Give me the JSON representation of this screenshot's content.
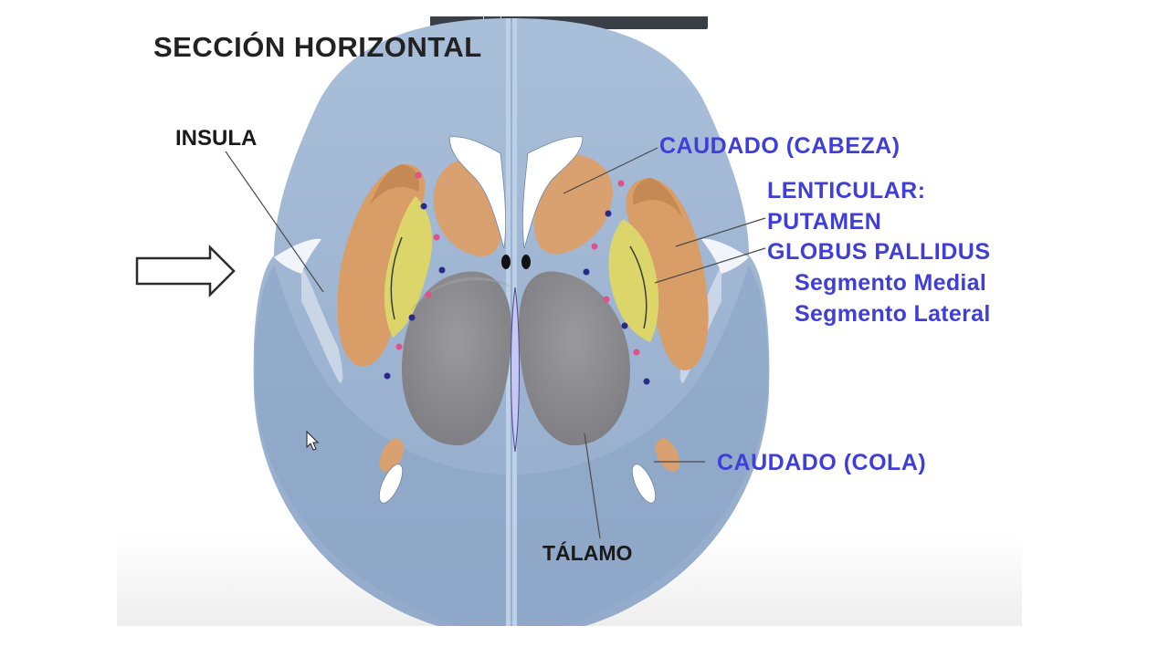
{
  "title": "SECCIÓN HORIZONTAL",
  "labels": {
    "insula": "INSULA",
    "caudate_head": "CAUDADO (CABEZA)",
    "lenticular": "LENTICULAR:",
    "putamen": "PUTAMEN",
    "globus_pallidus": "GLOBUS PALLIDUS",
    "segment_medial": "Segmento Medial",
    "segment_lateral": "Segmento Lateral",
    "caudate_tail": "CAUDADO (COLA)",
    "thalamus": "TÁLAMO"
  },
  "colors": {
    "brain": "#9fb6d2",
    "brain_dark": "#86a0c2",
    "midline": "#b9cce3",
    "caudate": "#d9a070",
    "putamen": "#d49a66",
    "globus_pallidus": "#dcd66a",
    "thalamus": "#8c8c90",
    "ventricle": "#ffffff",
    "dot_pink": "#e0508a",
    "dot_blue": "#2a2a8a",
    "black_label": "#1a1a1a",
    "blue_label": "#3f3fd8"
  },
  "icons": [
    "arrow-right-icon",
    "mouse-cursor-icon"
  ]
}
